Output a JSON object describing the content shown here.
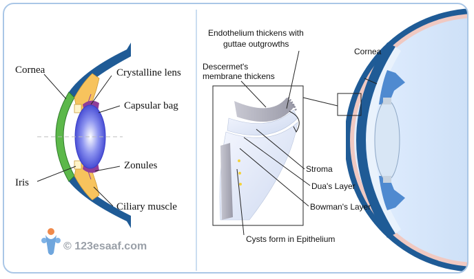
{
  "left_diagram": {
    "labels": {
      "cornea": "Cornea",
      "crystalline_lens": "Crystalline lens",
      "capsular_bag": "Capsular bag",
      "zonules": "Zonules",
      "iris": "Iris",
      "ciliary_muscle": "Ciliary muscle"
    }
  },
  "watermark": {
    "text": "© 123esaaf.com"
  },
  "right_diagram": {
    "labels": {
      "endothelium_line1": "Endothelium thickens with",
      "endothelium_line2": "guttae outgrowths",
      "descemet_line1": "Descermet's",
      "descemet_line2": "membrane thickens",
      "stroma": "Stroma",
      "duas_layer": "Dua's Layer",
      "bowmans_layer": "Bowman's Layer",
      "cysts": "Cysts form in Epithelium",
      "cornea": "Cornea"
    }
  },
  "colors": {
    "frame_border": "#a9c6e6",
    "sclera_blue": "#1f5b96",
    "cornea_green": "#5cb84a",
    "ciliary_yellow": "#f7c35d",
    "capsule_purple": "#8e3e99",
    "lens_blue": "#2b2fd1",
    "eye_fill": "#bcd6f0",
    "choroid_pink": "#f0c9c2"
  }
}
